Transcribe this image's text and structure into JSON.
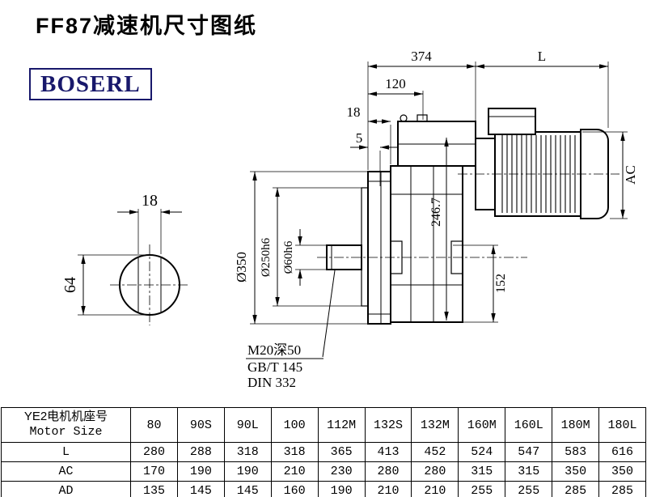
{
  "page": {
    "title": "FF87减速机尺寸图纸",
    "brand": "BOSERL"
  },
  "colors": {
    "logo": "#18186b",
    "line": "#000000"
  },
  "drawing": {
    "dim_374": "374",
    "dim_L": "L",
    "dim_120": "120",
    "dim_18_face": "18",
    "dim_5": "5",
    "dim_AC": "AC",
    "dim_246_7": "246.7",
    "dim_152": "152",
    "dim_d350": "Ø350",
    "dim_d250": "Ø250h6",
    "dim_d60": "Ø60h6",
    "shaft_width": "18",
    "shaft_height": "64",
    "note_thread": "M20深50",
    "note_gb": "GB/T 145",
    "note_din": "DIN 332"
  },
  "table": {
    "header_cn": "YE2电机机座号",
    "header_en": "Motor Size",
    "columns": [
      "80",
      "90S",
      "90L",
      "100",
      "112M",
      "132S",
      "132M",
      "160M",
      "160L",
      "180M",
      "180L"
    ],
    "rows": [
      {
        "label": "L",
        "values": [
          "280",
          "288",
          "318",
          "318",
          "365",
          "413",
          "452",
          "524",
          "547",
          "583",
          "616"
        ]
      },
      {
        "label": "AC",
        "values": [
          "170",
          "190",
          "190",
          "210",
          "230",
          "280",
          "280",
          "315",
          "315",
          "350",
          "350"
        ]
      },
      {
        "label": "AD",
        "values": [
          "135",
          "145",
          "145",
          "160",
          "190",
          "210",
          "210",
          "255",
          "255",
          "285",
          "285"
        ]
      }
    ]
  }
}
